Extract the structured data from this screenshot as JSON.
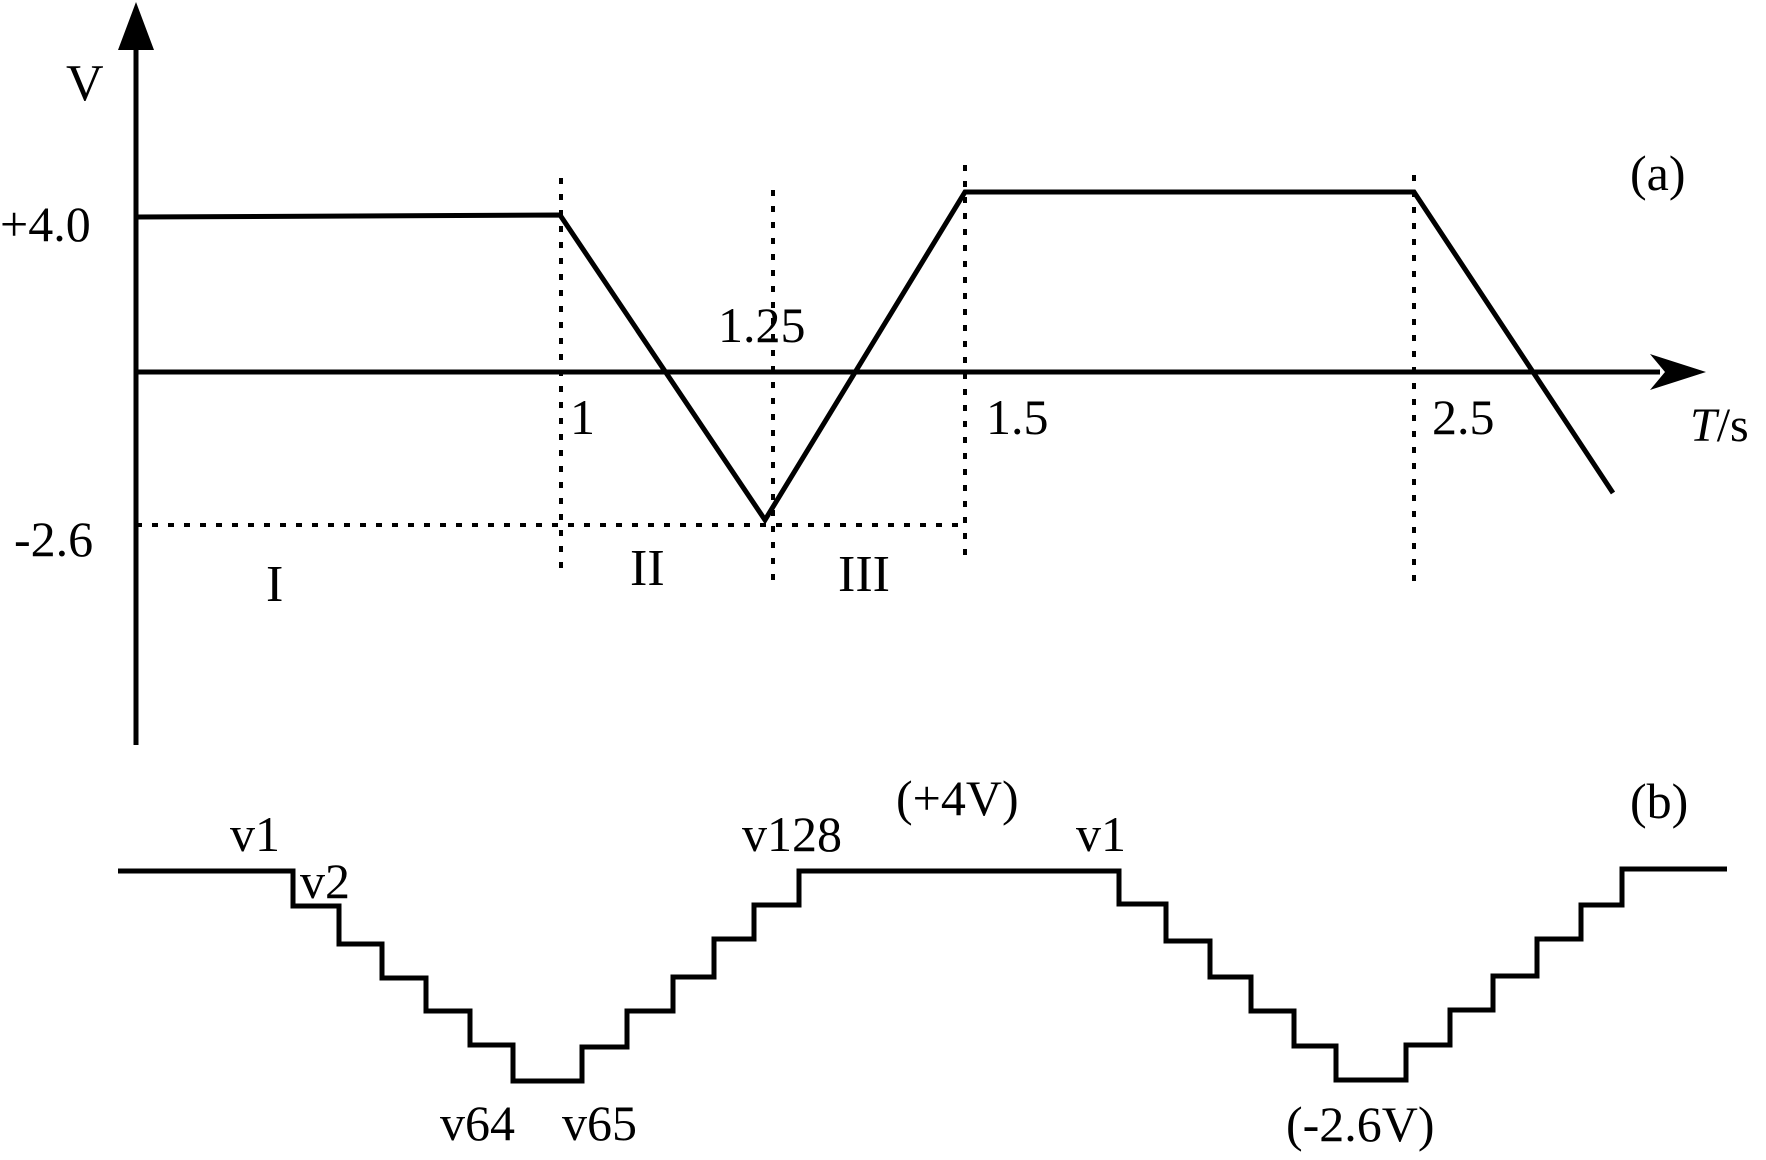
{
  "panel_a": {
    "tag": "(a)",
    "y_axis_label": "V",
    "x_axis_label_italic": "T",
    "x_axis_label_unit": "/s",
    "y_levels": [
      {
        "label": "+4.0",
        "value": 4.0
      },
      {
        "label": "-2.6",
        "value": -2.6
      }
    ],
    "time_markers": [
      "1",
      "1.25",
      "1.5",
      "2.5"
    ],
    "regions": [
      "I",
      "II",
      "III"
    ]
  },
  "panel_b": {
    "tag": "(b)",
    "step_labels": {
      "v1_first": "v1",
      "v2": "v2",
      "v64": "v64",
      "v65": "v65",
      "v128": "v128",
      "v1_second": "v1"
    },
    "high_level": "(+4V)",
    "low_level": "(-2.6V)"
  }
}
